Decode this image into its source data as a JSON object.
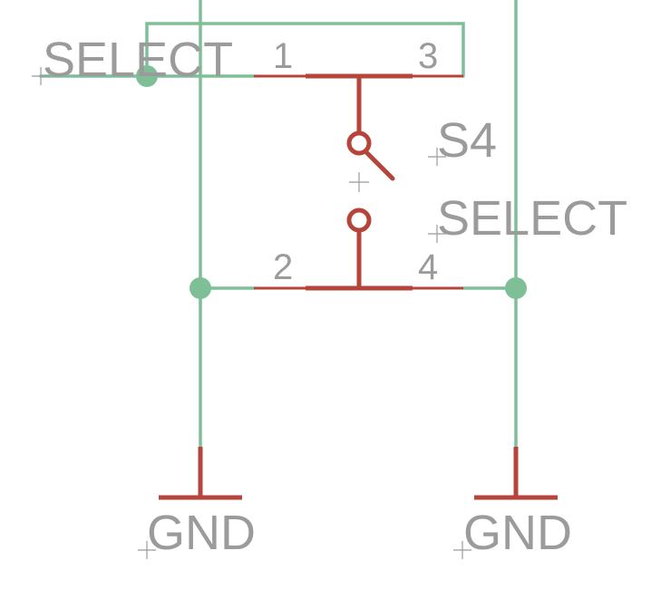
{
  "colors": {
    "wire": "#7fbf98",
    "part": "#b5453a",
    "text": "#9b9b9b",
    "background": "#ffffff"
  },
  "labels": {
    "net_select_left": "SELECT",
    "part_name": "S4",
    "part_value": "SELECT",
    "gnd_left": "GND",
    "gnd_right": "GND"
  },
  "pins": {
    "p1": "1",
    "p2": "2",
    "p3": "3",
    "p4": "4"
  }
}
